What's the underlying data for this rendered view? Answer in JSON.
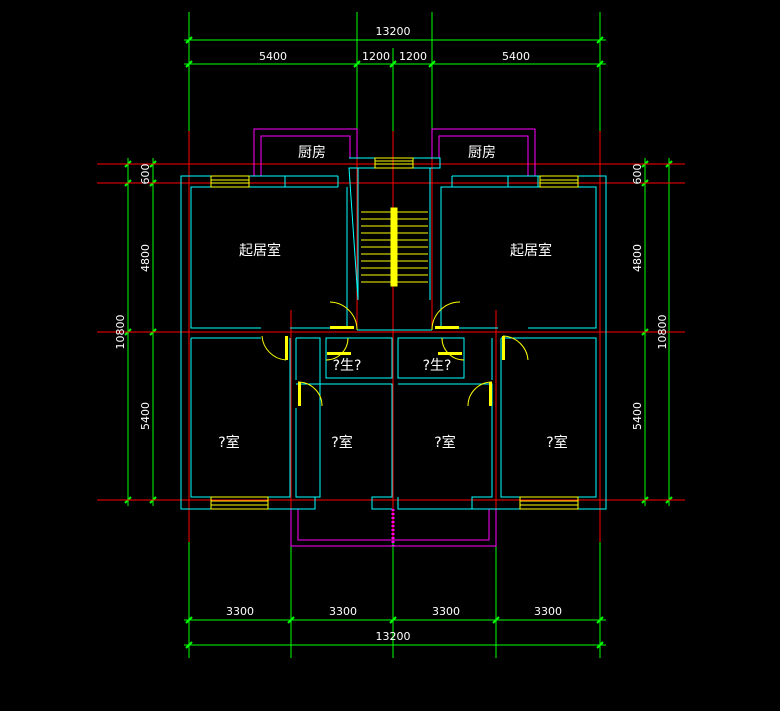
{
  "colors": {
    "background": "#000000",
    "dimension": "#00ff00",
    "axis": "#ff0000",
    "wall": "#00ffff",
    "balcony": "#ff00ff",
    "door_window": "#ffff00",
    "text": "#ffffff"
  },
  "dimensions": {
    "top_total": "13200",
    "top_segments": [
      "5400",
      "1200",
      "1200",
      "5400"
    ],
    "bottom_segments": [
      "3300",
      "3300",
      "3300",
      "3300"
    ],
    "bottom_total": "13200",
    "left_segments": [
      "600",
      "4800",
      "5400"
    ],
    "left_total": "10800",
    "right_segments": [
      "600",
      "4800",
      "5400"
    ],
    "right_total": "10800"
  },
  "rooms": {
    "kitchen_left": "厨房",
    "kitchen_right": "厨房",
    "living_left": "起居室",
    "living_right": "起居室",
    "bath_left": "?生?",
    "bath_right": "?生?",
    "bedroom_1": "?室",
    "bedroom_2": "?室",
    "bedroom_3": "?室",
    "bedroom_4": "?室"
  }
}
